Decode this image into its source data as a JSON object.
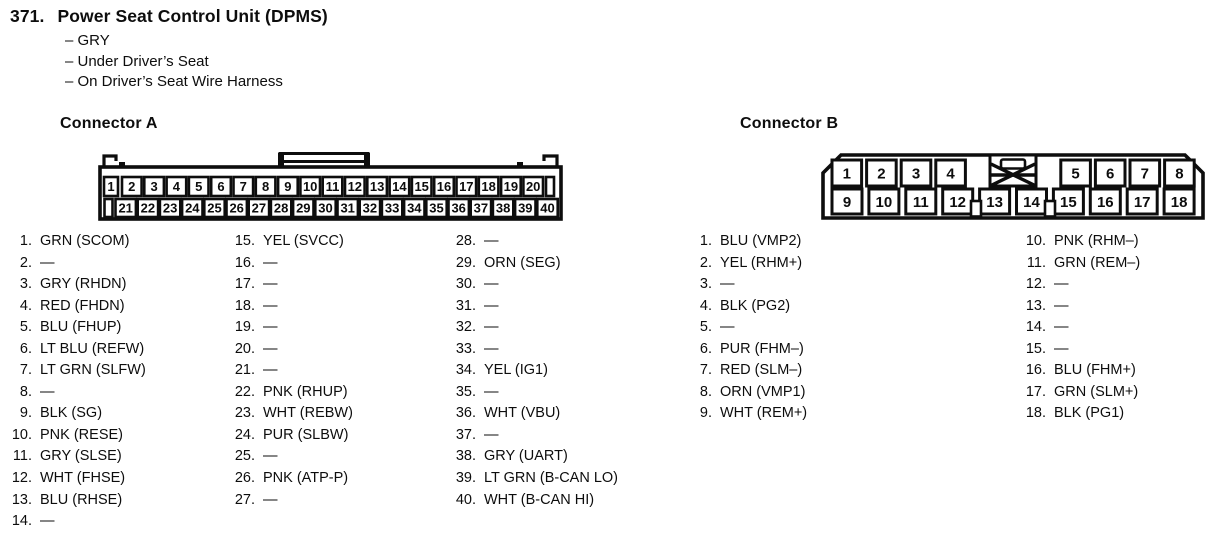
{
  "header": {
    "index": "371.",
    "title": "Power Seat Control Unit (DPMS)",
    "notes": [
      "– GRY",
      "– Under Driver’s Seat",
      "– On Driver’s Seat Wire Harness"
    ]
  },
  "connector_a": {
    "label": "Connector A",
    "diagram": {
      "top_row": [
        "1",
        "2",
        "3",
        "4",
        "5",
        "6",
        "7",
        "8",
        "9",
        "10",
        "11",
        "12",
        "13",
        "14",
        "15",
        "16",
        "17",
        "18",
        "19",
        "20"
      ],
      "bottom_row": [
        "21",
        "22",
        "23",
        "24",
        "25",
        "26",
        "27",
        "28",
        "29",
        "30",
        "31",
        "32",
        "33",
        "34",
        "35",
        "36",
        "37",
        "38",
        "39",
        "40"
      ]
    },
    "pin_columns": [
      [
        {
          "num": "1.",
          "desc": "GRN (SCOM)"
        },
        {
          "num": "2.",
          "desc": "—"
        },
        {
          "num": "3.",
          "desc": "GRY (RHDN)"
        },
        {
          "num": "4.",
          "desc": "RED (FHDN)"
        },
        {
          "num": "5.",
          "desc": "BLU (FHUP)"
        },
        {
          "num": "6.",
          "desc": "LT BLU (REFW)"
        },
        {
          "num": "7.",
          "desc": "LT GRN (SLFW)"
        },
        {
          "num": "8.",
          "desc": "—"
        },
        {
          "num": "9.",
          "desc": "BLK (SG)"
        },
        {
          "num": "10.",
          "desc": "PNK (RESE)"
        },
        {
          "num": "11.",
          "desc": "GRY (SLSE)"
        },
        {
          "num": "12.",
          "desc": "WHT (FHSE)"
        },
        {
          "num": "13.",
          "desc": "BLU (RHSE)"
        },
        {
          "num": "14.",
          "desc": "—"
        }
      ],
      [
        {
          "num": "15.",
          "desc": "YEL (SVCC)"
        },
        {
          "num": "16.",
          "desc": "—"
        },
        {
          "num": "17.",
          "desc": "—"
        },
        {
          "num": "18.",
          "desc": "—"
        },
        {
          "num": "19.",
          "desc": "—"
        },
        {
          "num": "20.",
          "desc": "—"
        },
        {
          "num": "21.",
          "desc": "—"
        },
        {
          "num": "22.",
          "desc": "PNK (RHUP)"
        },
        {
          "num": "23.",
          "desc": "WHT (REBW)"
        },
        {
          "num": "24.",
          "desc": "PUR (SLBW)"
        },
        {
          "num": "25.",
          "desc": "—"
        },
        {
          "num": "26.",
          "desc": "PNK (ATP-P)"
        },
        {
          "num": "27.",
          "desc": "—"
        }
      ],
      [
        {
          "num": "28.",
          "desc": "—"
        },
        {
          "num": "29.",
          "desc": "ORN (SEG)"
        },
        {
          "num": "30.",
          "desc": "—"
        },
        {
          "num": "31.",
          "desc": "—"
        },
        {
          "num": "32.",
          "desc": "—"
        },
        {
          "num": "33.",
          "desc": "—"
        },
        {
          "num": "34.",
          "desc": "YEL (IG1)"
        },
        {
          "num": "35.",
          "desc": "—"
        },
        {
          "num": "36.",
          "desc": "WHT (VBU)"
        },
        {
          "num": "37.",
          "desc": "—"
        },
        {
          "num": "38.",
          "desc": "GRY (UART)"
        },
        {
          "num": "39.",
          "desc": "LT GRN (B-CAN LO)"
        },
        {
          "num": "40.",
          "desc": "WHT (B-CAN HI)"
        }
      ]
    ]
  },
  "connector_b": {
    "label": "Connector B",
    "diagram": {
      "top_row_left": [
        "1",
        "2",
        "3",
        "4"
      ],
      "top_row_right": [
        "5",
        "6",
        "7",
        "8"
      ],
      "bottom_row": [
        "9",
        "10",
        "11",
        "12",
        "13",
        "14",
        "15",
        "16",
        "17",
        "18"
      ],
      "keyway": "blocked-cavity-x"
    },
    "pin_columns": [
      [
        {
          "num": "1.",
          "desc": "BLU (VMP2)"
        },
        {
          "num": "2.",
          "desc": "YEL (RHM+)"
        },
        {
          "num": "3.",
          "desc": "—"
        },
        {
          "num": "4.",
          "desc": "BLK (PG2)"
        },
        {
          "num": "5.",
          "desc": "—"
        },
        {
          "num": "6.",
          "desc": "PUR (FHM–)"
        },
        {
          "num": "7.",
          "desc": "RED (SLM–)"
        },
        {
          "num": "8.",
          "desc": "ORN (VMP1)"
        },
        {
          "num": "9.",
          "desc": "WHT (REM+)"
        }
      ],
      [
        {
          "num": "10.",
          "desc": "PNK (RHM–)"
        },
        {
          "num": "11.",
          "desc": "GRN (REM–)"
        },
        {
          "num": "12.",
          "desc": "—"
        },
        {
          "num": "13.",
          "desc": "—"
        },
        {
          "num": "14.",
          "desc": "—"
        },
        {
          "num": "15.",
          "desc": "—"
        },
        {
          "num": "16.",
          "desc": "BLU (FHM+)"
        },
        {
          "num": "17.",
          "desc": "GRN (SLM+)"
        },
        {
          "num": "18.",
          "desc": "BLK (PG1)"
        }
      ]
    ]
  },
  "colors": {
    "ink": "#0d0d0d",
    "paper": "#ffffff"
  }
}
